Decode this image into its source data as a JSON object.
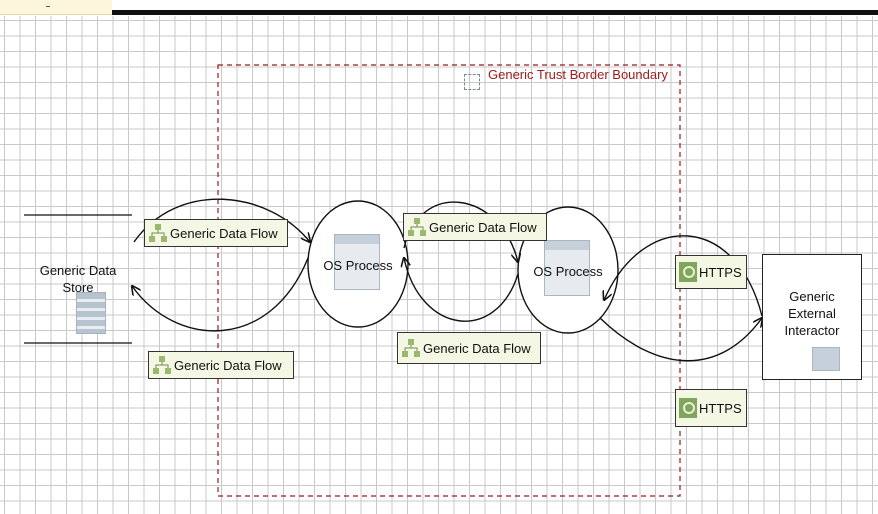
{
  "diagram": {
    "trust_boundary": {
      "label": "Generic Trust Border Boundary"
    },
    "data_store": {
      "label_line1": "Generic Data",
      "label_line2": "Store"
    },
    "processes": [
      {
        "label": "OS Process"
      },
      {
        "label": "OS Process"
      }
    ],
    "external_interactor": {
      "label_line1": "Generic",
      "label_line2": "External",
      "label_line3": "Interactor"
    },
    "flows": [
      {
        "label": "Generic Data Flow"
      },
      {
        "label": "Generic Data Flow"
      },
      {
        "label": "Generic Data Flow"
      },
      {
        "label": "Generic Data Flow"
      },
      {
        "label": "HTTPS"
      },
      {
        "label": "HTTPS"
      }
    ],
    "colors": {
      "boundary": "#9a1b1b",
      "label_fill": "#f3f7e4",
      "grid": "#c9c9c9"
    }
  }
}
